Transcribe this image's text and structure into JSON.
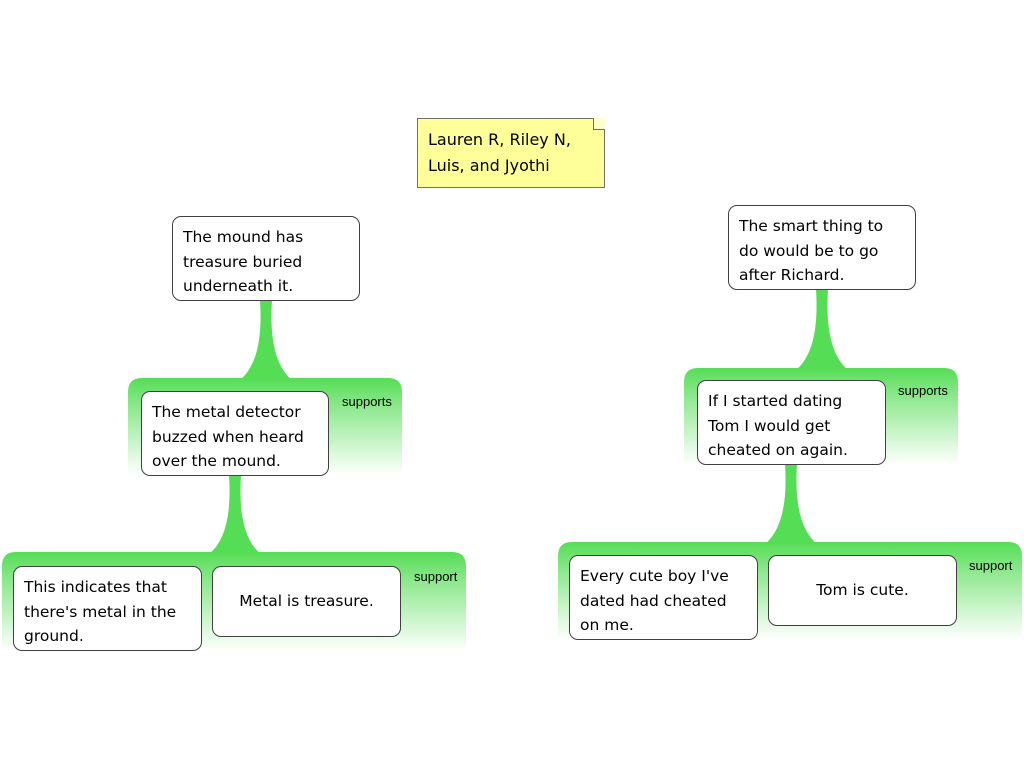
{
  "title_note": {
    "text": "Lauren R, Riley N,\nLuis, and Jyothi"
  },
  "arguments": [
    {
      "contention": "The mound has\ntreasure buried\nunderneath it.",
      "reason": {
        "label": "supports",
        "text": "The metal detector\nbuzzed when heard\nover the mound.",
        "premise_group": {
          "label": "support",
          "premises": [
            "This indicates that\nthere's metal in the\nground.",
            "Metal is treasure."
          ]
        }
      }
    },
    {
      "contention": "The smart thing to\ndo would be to go\nafter Richard.",
      "reason": {
        "label": "supports",
        "text": "If I started dating\nTom I would get\ncheated on again.",
        "premise_group": {
          "label": "support",
          "premises": [
            "Every cute boy I've\ndated had cheated\non me.",
            "Tom is cute."
          ]
        }
      }
    }
  ],
  "colors": {
    "support_green": "#55dd55",
    "note_fill": "#ffff99"
  }
}
